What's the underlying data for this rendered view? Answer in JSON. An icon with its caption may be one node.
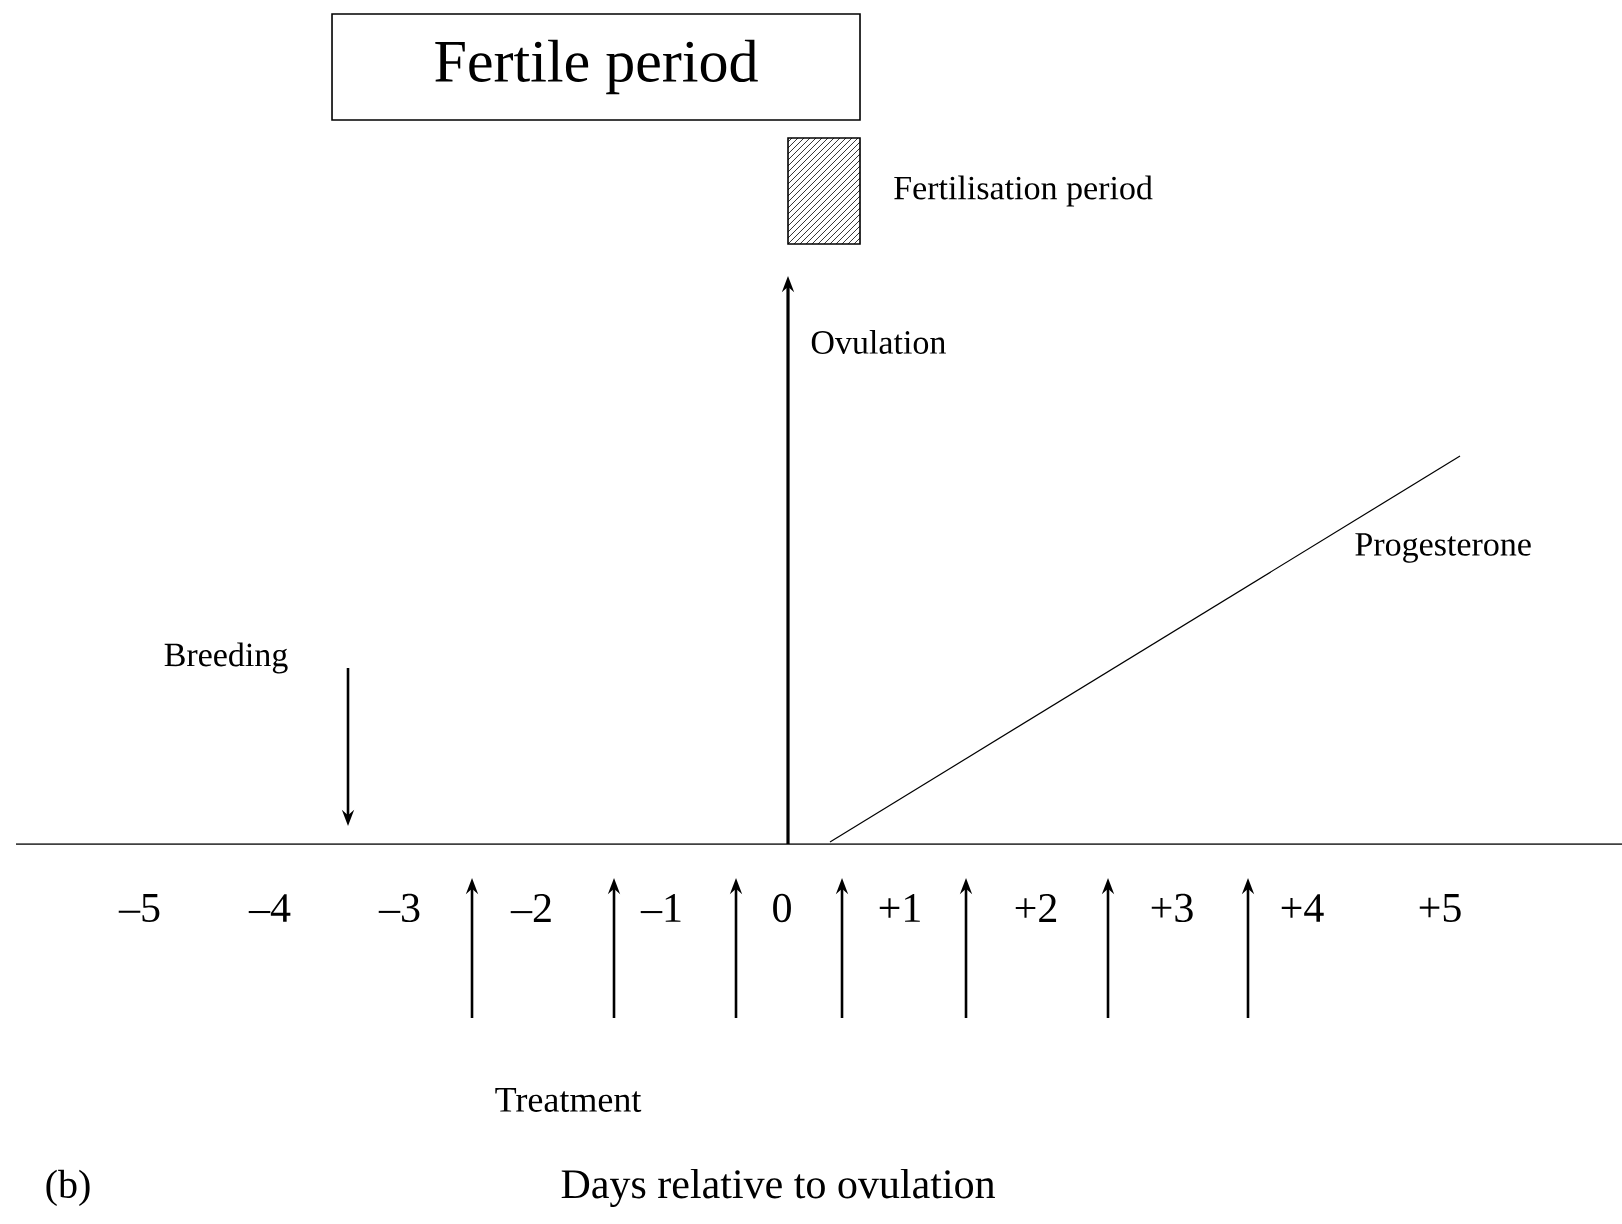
{
  "diagram": {
    "nodes": [
      {
        "text": [
          "Fertile period"
        ]
      },
      {
        "text": [],
        "shape": "box",
        "beside": [
          "Fertilisation period"
        ]
      }
    ],
    "labels": [
      "Ovulation",
      "Progesterone",
      "Breeding",
      "–5",
      "–4",
      "–3",
      "–2",
      "–1",
      "0",
      "+1",
      "+2",
      "+3",
      "+4",
      "+5",
      "Treatment",
      "(b)",
      "Days relative to ovulation"
    ]
  }
}
